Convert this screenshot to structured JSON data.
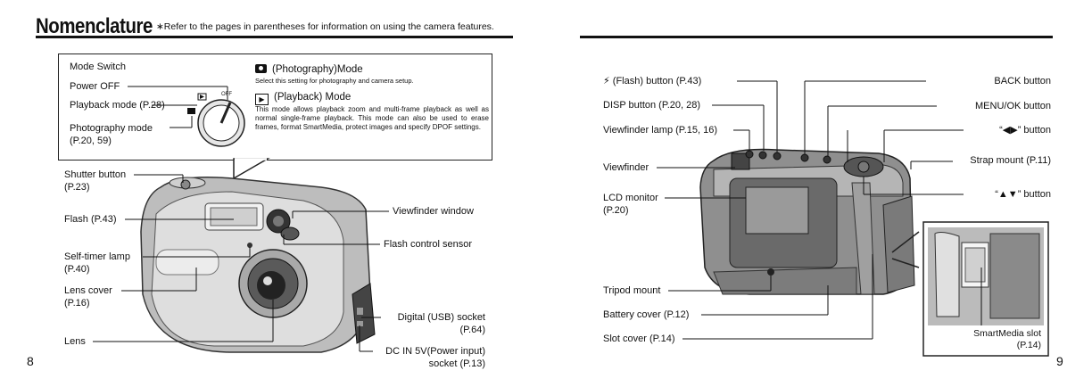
{
  "left_page": {
    "title": "Nomenclature",
    "note": "∗Refer to the pages in parentheses for information on using the camera features.",
    "page_number": "8",
    "callout": {
      "mode_switch": "Mode Switch",
      "power_off": "Power OFF",
      "playback_mode": "Playback mode (P.28)",
      "photography_mode": "Photography mode",
      "photography_mode_ref": "(P.20, 59)",
      "photo_mode_head": "(Photography)Mode",
      "photo_mode_desc": "Select this setting for photography and camera setup.",
      "playback_mode_head": "(Playback) Mode",
      "playback_mode_desc": "This mode allows playback zoom and multi-frame playback as well as normal single-frame playback. This mode can also be used to erase frames, format SmartMedia, protect images and specify DPOF settings.",
      "dial_off": "OFF"
    },
    "labels": {
      "shutter_button": "Shutter button",
      "shutter_button_ref": "(P.23)",
      "flash": "Flash (P.43)",
      "self_timer_lamp": "Self-timer lamp",
      "self_timer_lamp_ref": "(P.40)",
      "lens_cover": "Lens cover",
      "lens_cover_ref": "(P.16)",
      "lens": "Lens",
      "viewfinder_window": "Viewfinder window",
      "flash_control_sensor": "Flash control sensor",
      "digital_usb_socket": "Digital (USB) socket",
      "digital_usb_socket_ref": "(P.64)",
      "dc_in": "DC IN 5V(Power input)",
      "dc_in_ref": "socket (P.13)"
    }
  },
  "right_page": {
    "page_number": "9",
    "labels": {
      "flash_button": "(Flash) button (P.43)",
      "disp_button": "DISP button (P.20, 28)",
      "viewfinder_lamp": "Viewfinder lamp (P.15, 16)",
      "viewfinder": "Viewfinder",
      "lcd_monitor": "LCD monitor",
      "lcd_monitor_ref": "(P.20)",
      "tripod_mount": "Tripod mount",
      "battery_cover": "Battery cover (P.12)",
      "slot_cover": "Slot cover (P.14)",
      "back_button": "BACK button",
      "menu_ok_button": "MENU/OK button",
      "lr_button": "“◀▶” button",
      "strap_mount": "Strap mount (P.11)",
      "ud_button": "“▲▼” button",
      "smartmedia_slot": "SmartMedia slot",
      "smartmedia_slot_ref": "(P.14)"
    }
  }
}
